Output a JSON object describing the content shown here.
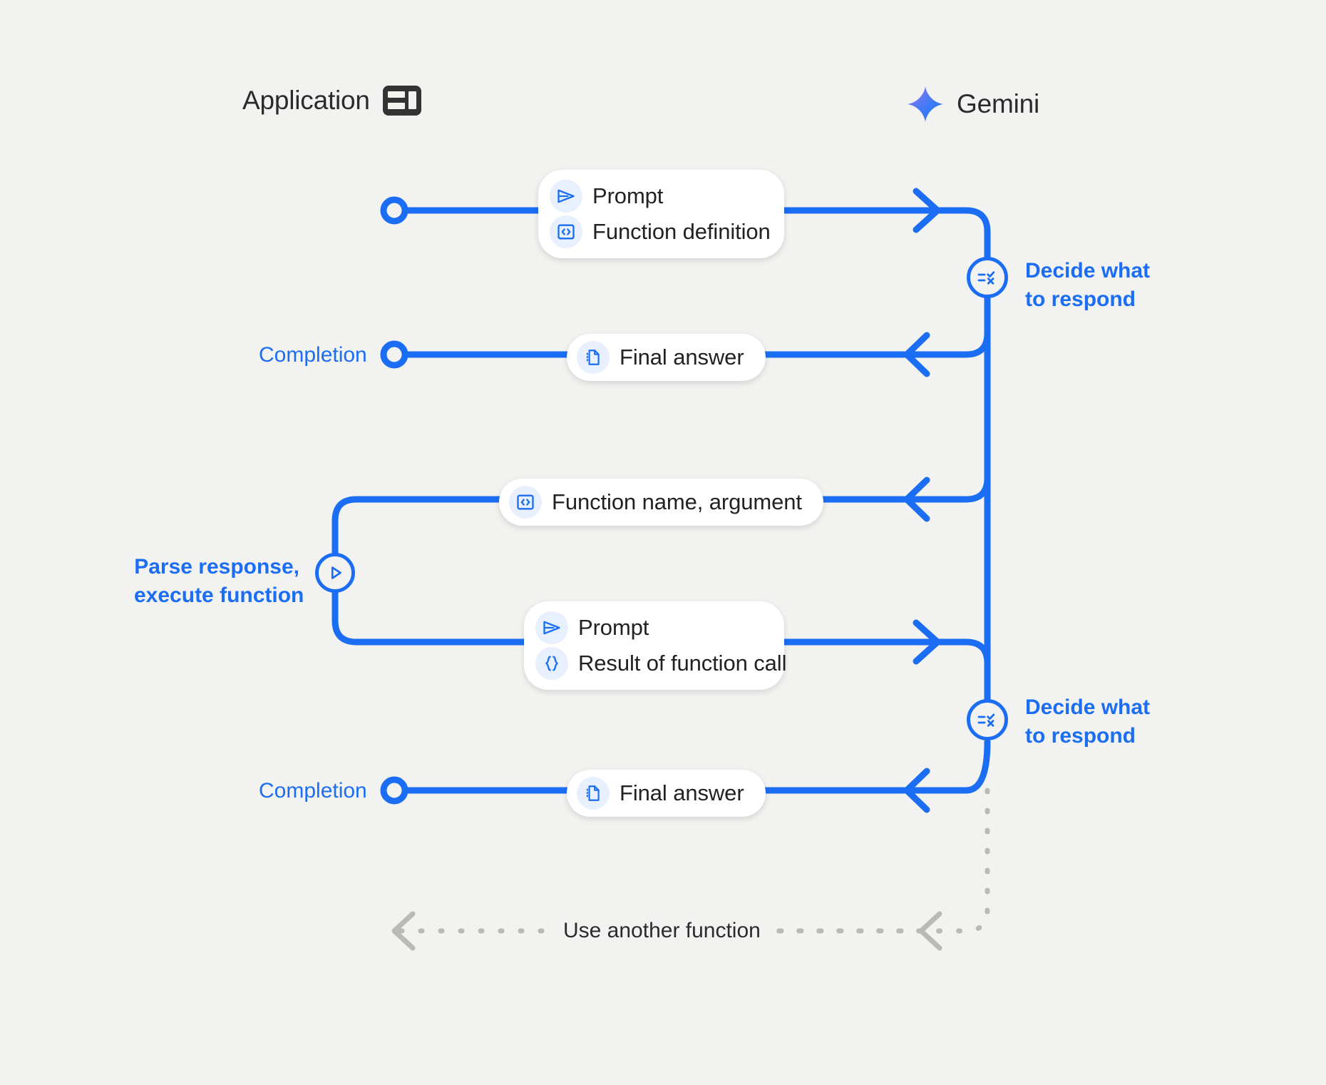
{
  "canvas": {
    "background": "#f2f2f0",
    "accent_blue": "#1b6ef3",
    "icon_bg": "#e8f0fe",
    "lifeline_gray": "#c4c4c2",
    "dashed_gray": "#b9b9b7",
    "text_dark": "#222222"
  },
  "lanes": [
    {
      "id": "application",
      "title": "Application",
      "icon": "application-window-icon"
    },
    {
      "id": "gemini",
      "title": "Gemini",
      "icon": "gemini-sparkle-icon"
    }
  ],
  "cards": [
    {
      "id": "prompt-function-definition",
      "rows": [
        {
          "icon": "send-icon",
          "label": "Prompt"
        },
        {
          "icon": "code-brackets-icon",
          "label": "Function definition"
        }
      ]
    },
    {
      "id": "final-answer-1",
      "rows": [
        {
          "icon": "document-icon",
          "label": "Final answer"
        }
      ]
    },
    {
      "id": "function-name-argument",
      "rows": [
        {
          "icon": "code-brackets-icon",
          "label": "Function name,  argument"
        }
      ]
    },
    {
      "id": "prompt-result-of-function-call",
      "rows": [
        {
          "icon": "send-icon",
          "label": "Prompt"
        },
        {
          "icon": "curly-braces-icon",
          "label": "Result of function call"
        }
      ]
    },
    {
      "id": "final-answer-2",
      "rows": [
        {
          "icon": "document-icon",
          "label": "Final answer"
        }
      ]
    }
  ],
  "nodes": [
    {
      "id": "decide-1",
      "icon": "checklist-decision-icon",
      "label_line1": "Decide what",
      "label_line2": "to respond",
      "label_side": "right",
      "bold": true
    },
    {
      "id": "parse-execute",
      "icon": "play-icon",
      "label_line1": "Parse response,",
      "label_line2": "execute function",
      "label_side": "left",
      "bold": true
    },
    {
      "id": "decide-2",
      "icon": "checklist-decision-icon",
      "label_line1": "Decide what",
      "label_line2": "to respond",
      "label_side": "right",
      "bold": true
    }
  ],
  "completion_labels": [
    {
      "id": "completion-1",
      "text": "Completion"
    },
    {
      "id": "completion-2",
      "text": "Completion"
    }
  ],
  "loop": {
    "id": "use-another-function",
    "label": "Use another function",
    "style": "dashed"
  }
}
